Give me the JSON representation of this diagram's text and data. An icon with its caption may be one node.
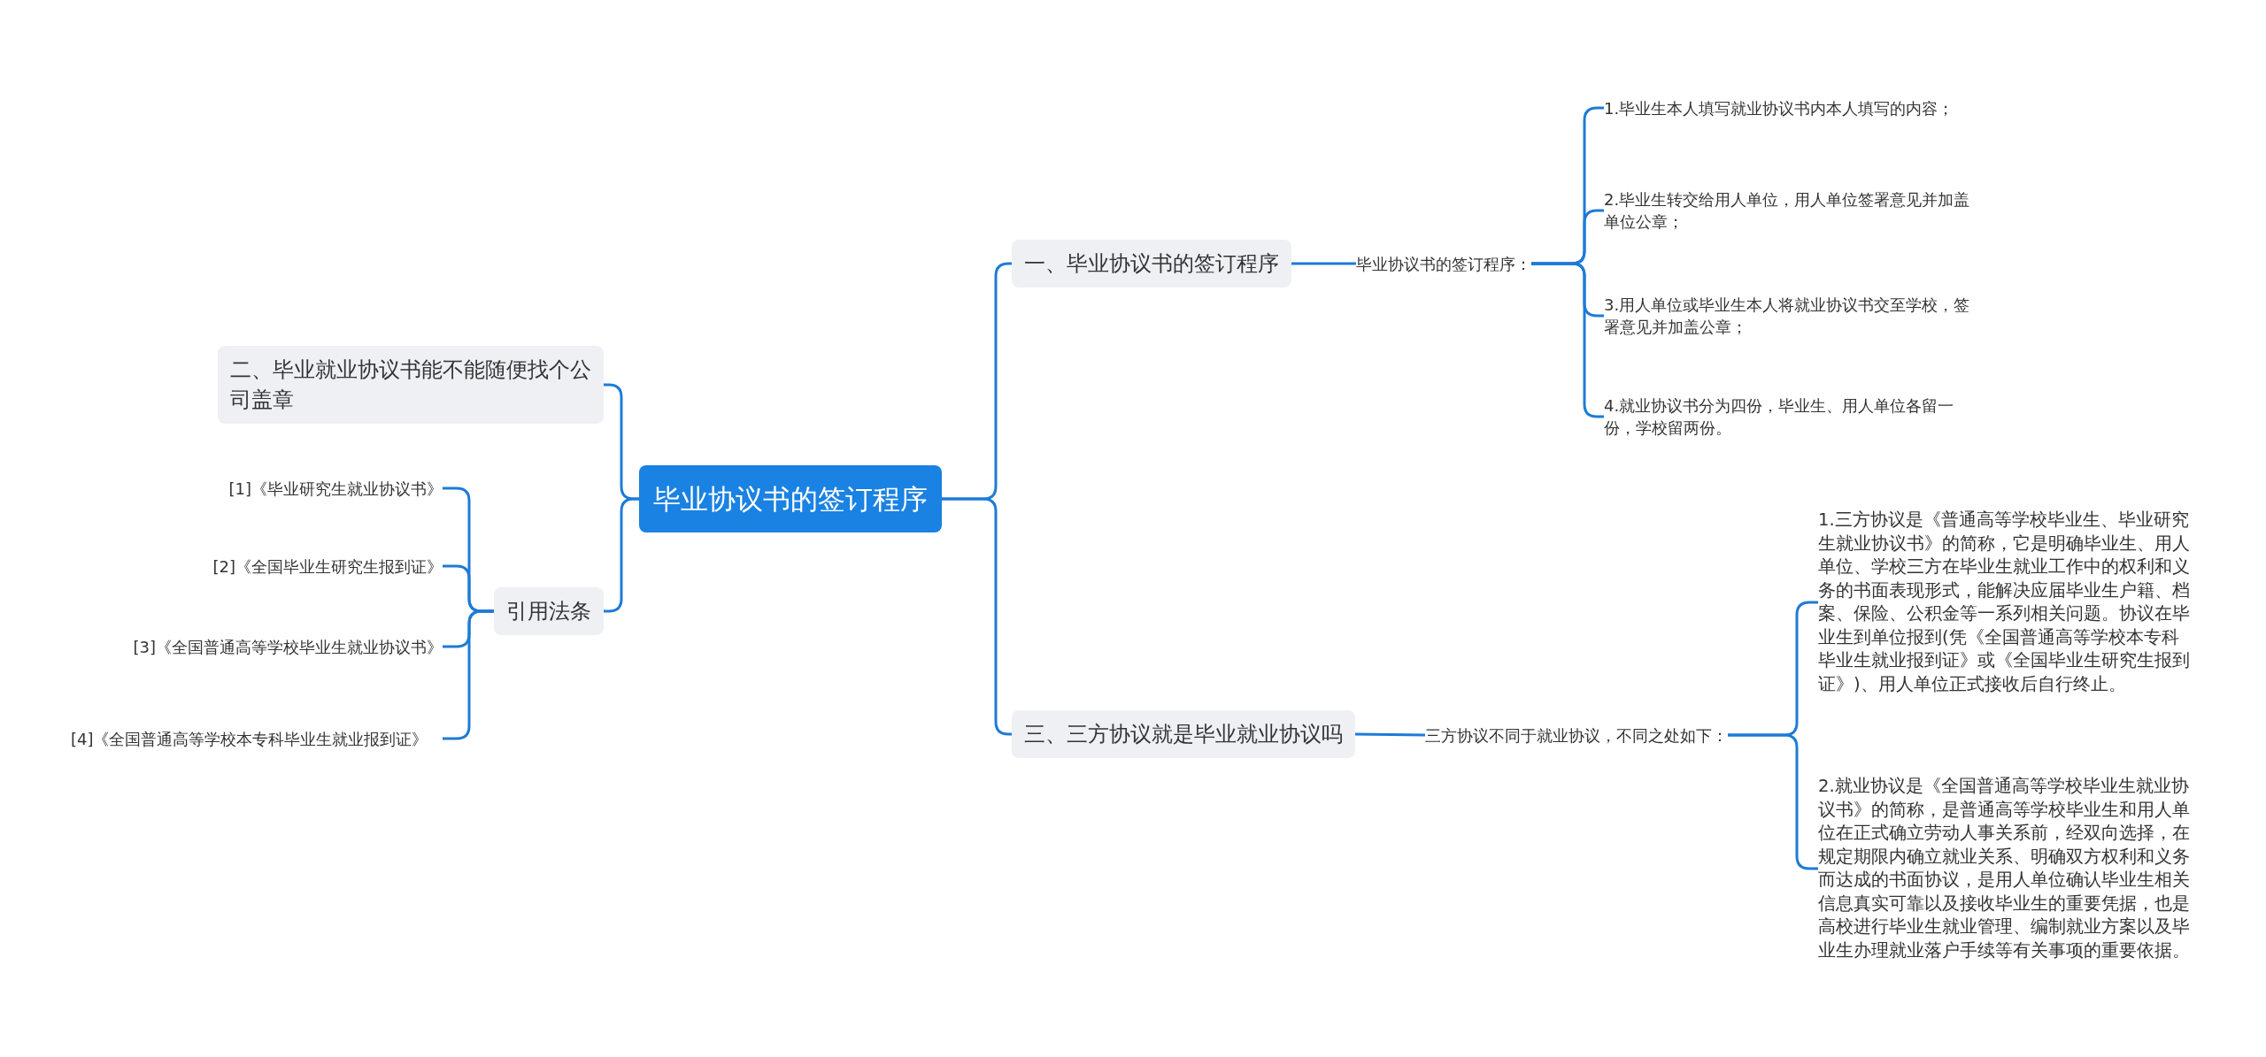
{
  "diagram": {
    "nodes": [
      {
        "text": [
          "毕业协议书的签订程序"
        ]
      },
      {
        "text": [
          "一、毕业协议书的签订程序"
        ]
      },
      {
        "text": [
          "毕业协议书的签订程序："
        ]
      },
      {
        "text": [
          "1.毕业生本人填写就业协议书内本人填写的内容；"
        ]
      },
      {
        "text": [
          "2.毕业生转交给用人单位，用人单位签署意见并加盖单位公章；"
        ]
      },
      {
        "text": [
          "3.用人单位或毕业生本人将就业协议书交至学校，签署意见并加盖公章；"
        ]
      },
      {
        "text": [
          "4.就业协议书分为四份，毕业生、用人单位各留一份，学校留两份。"
        ]
      },
      {
        "text": [
          "二、毕业就业协议书能不能随便找个公司盖章"
        ]
      },
      {
        "text": [
          "引用法条"
        ]
      },
      {
        "text": [
          "[1]《毕业研究生就业协议书》"
        ]
      },
      {
        "text": [
          "[2]《全国毕业生研究生报到证》"
        ]
      },
      {
        "text": [
          "[3]《全国普通高等学校毕业生就业协议书》"
        ]
      },
      {
        "text": [
          "[4]《全国普通高等学校本专科毕业生就业报到证》"
        ]
      },
      {
        "text": [
          "三、三方协议就是毕业就业协议吗"
        ]
      },
      {
        "text": [
          "三方协议不同于就业协议，不同之处如下："
        ]
      },
      {
        "text": [
          "1.三方协议是《普通高等学校毕业生、毕业研究生就业协议书》的简称，它是明确毕业生、用人单位、学校三方在毕业生就业工作中的权利和义务的书面表现形式，能解决应届毕业生户籍、档案、保险、公积金等一系列相关问题。协议在毕业生到单位报到(凭《全国普通高等学校本专科毕业生就业报到证》或《全国毕业生研究生报到证》)、用人单位正式接收后自行终止。"
        ]
      },
      {
        "text": [
          "2.就业协议是《全国普通高等学校毕业生就业协议书》的简称，是普通高等学校毕业生和用人单位在正式确立劳动人事关系前，经双向选择，在规定期限内确立就业关系、明确双方权利和义务而达成的书面协议，是用人单位确认毕业生相关信息真实可靠以及接收毕业生的重要凭据，也是高校进行毕业生就业管理、编制就业方案以及毕业生办理就业落户手续等有关事项的重要依据。"
        ]
      }
    ],
    "edges": [
      {
        "from": 0,
        "to": 1,
        "arrow": "none"
      },
      {
        "from": 1,
        "to": 2,
        "arrow": "none"
      },
      {
        "from": 2,
        "to": 3,
        "arrow": "none"
      },
      {
        "from": 2,
        "to": 4,
        "arrow": "none"
      },
      {
        "from": 2,
        "to": 5,
        "arrow": "none"
      },
      {
        "from": 2,
        "to": 6,
        "arrow": "none"
      },
      {
        "from": 0,
        "to": 7,
        "arrow": "none"
      },
      {
        "from": 0,
        "to": 8,
        "arrow": "none"
      },
      {
        "from": 8,
        "to": 9,
        "arrow": "none"
      },
      {
        "from": 8,
        "to": 10,
        "arrow": "none"
      },
      {
        "from": 8,
        "to": 11,
        "arrow": "none"
      },
      {
        "from": 8,
        "to": 12,
        "arrow": "none"
      },
      {
        "from": 0,
        "to": 13,
        "arrow": "none"
      },
      {
        "from": 13,
        "to": 14,
        "arrow": "none"
      },
      {
        "from": 14,
        "to": 15,
        "arrow": "none"
      },
      {
        "from": 14,
        "to": 16,
        "arrow": "none"
      }
    ]
  }
}
